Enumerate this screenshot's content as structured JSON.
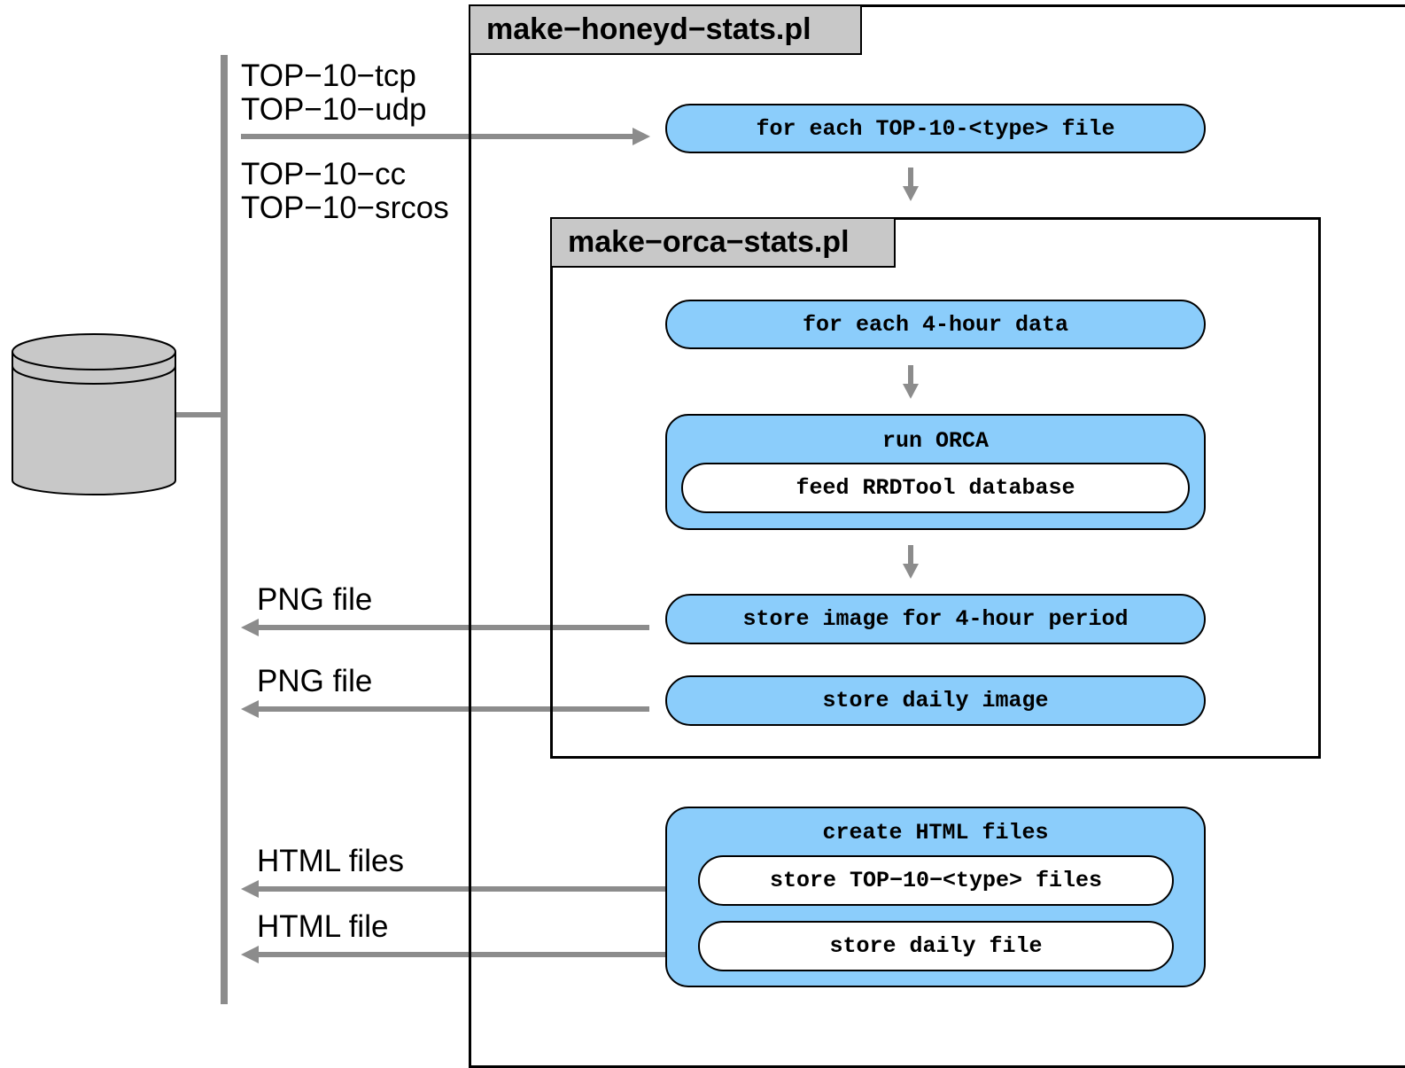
{
  "colors": {
    "pill_fill": "#8bcdfb",
    "title_fill": "#c8c8c8",
    "arrow": "#8c8c8c",
    "database_fill": "#c8c8c8"
  },
  "outer_script": {
    "title": "make−honeyd−stats.pl",
    "step_for_each_file": "for each TOP-10-<type> file",
    "create_html_group": {
      "label": "create HTML files",
      "step_store_top10": "store TOP−10−<type> files",
      "step_store_daily": "store daily file"
    }
  },
  "inner_script": {
    "title": "make−orca−stats.pl",
    "step_for_each_data": "for each 4-hour data",
    "run_orca_group": {
      "label": "run ORCA",
      "step_feed": "feed RRDTool database"
    },
    "step_store_image_period": "store image for 4-hour period",
    "step_store_daily_image": "store daily image"
  },
  "storage_labels": {
    "inputs": [
      "TOP−10−tcp",
      "TOP−10−udp",
      "TOP−10−cc",
      "TOP−10−srcos"
    ],
    "png_file_1": "PNG file",
    "png_file_2": "PNG file",
    "html_files": "HTML files",
    "html_file": "HTML file"
  },
  "icons": {
    "database": "database-cylinder-icon",
    "arrow": "arrow-icon"
  }
}
